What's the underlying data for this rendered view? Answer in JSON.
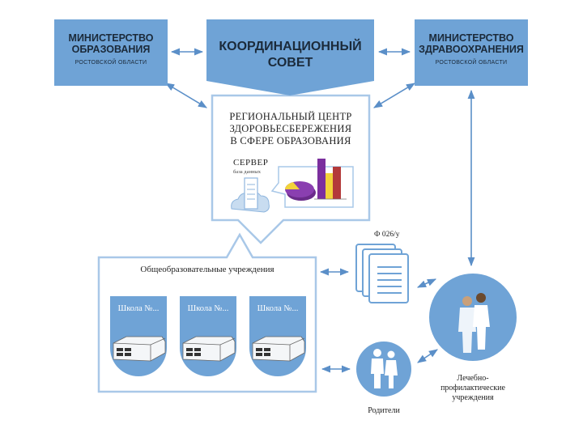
{
  "ministry_education": {
    "line1": "МИНИСТЕРСТВО",
    "line2": "ОБРАЗОВАНИЯ",
    "region": "РОСТОВСКОЙ ОБЛАСТИ"
  },
  "coordination_council": {
    "line1": "КООРДИНАЦИОННЫЙ",
    "line2": "СОВЕТ"
  },
  "ministry_health": {
    "line1": "МИНИСТЕРСТВО",
    "line2": "ЗДРАВООХРАНЕНИЯ",
    "region": "РОСТОВСКОЙ ОБЛАСТИ"
  },
  "regional_center": {
    "line1": "РЕГИОНАЛЬНЫЙ ЦЕНТР",
    "line2": "ЗДОРОВЬЕСБЕРЕЖЕНИЯ",
    "line3": "В СФЕРЕ ОБРАЗОВАНИЯ",
    "server_label": "СЕРВЕР",
    "server_sub": "база данных"
  },
  "institutions": {
    "title": "Общеобразовательные учреждения",
    "schools": [
      "Школа №...",
      "Школа №...",
      "Школа №..."
    ]
  },
  "form_label": "Ф 026/у",
  "medical": {
    "line1": "Лечебно-",
    "line2": "профилактические",
    "line3": "учреждения"
  },
  "parents": "Родители",
  "colors": {
    "blue": "#6fa3d6",
    "light_blue": "#a9c8e8",
    "border": "#8fb6de",
    "arrow": "#5b8fc8"
  }
}
